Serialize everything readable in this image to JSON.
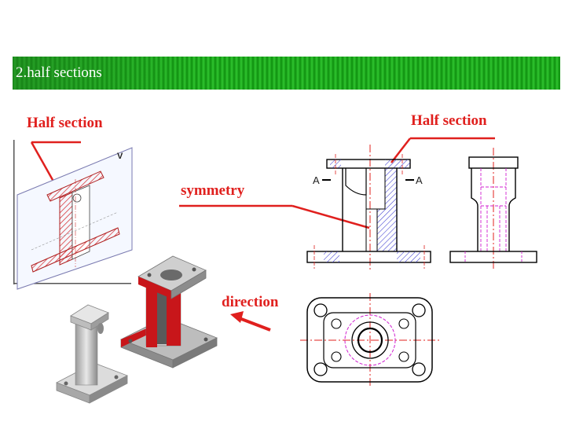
{
  "banner": {
    "title": "2.half sections"
  },
  "labels": {
    "half_section_left": "Half section",
    "half_section_right": "Half section",
    "symmetry": "symmetry",
    "direction": "direction"
  },
  "drawing": {
    "view_letter": "V",
    "section_letter_a": "A",
    "section_letter_b": "A"
  },
  "colors": {
    "banner_green": "#1aa51a",
    "label_red": "#e0201e",
    "hatch_red": "#d83a3a",
    "hatch_blue": "#3a3ad0",
    "centerline_red": "#e0201e",
    "hidden_magenta": "#d020d0"
  }
}
